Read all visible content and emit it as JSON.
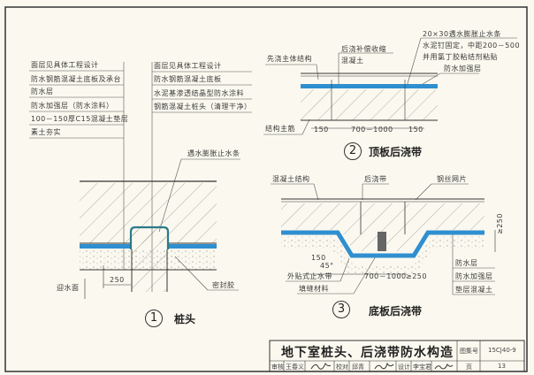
{
  "detail1": {
    "left_labels": [
      "面层见具体工程设计",
      "防水钢筋混凝土底板及承台",
      "防水层",
      "防水加强层（防水涂料）",
      "100－150厚C15混凝土垫层",
      "素土夯实"
    ],
    "right_labels": [
      "面层见具体工程设计",
      "防水钢筋混凝土底板",
      "水泥基渗透结晶型防水涂料",
      "钢筋混凝土桩头（清理干净）"
    ],
    "waterstop": "遇水膨胀止水条",
    "dim": "250",
    "water_side": "迎水面",
    "sealant": "密封胶",
    "number": "1",
    "caption": "桩头"
  },
  "detail2": {
    "first_pour": "先浇主体结构",
    "post_pour_1": "后浇补偿收缩",
    "post_pour_2": "混凝土",
    "note_1": "20×30遇水膨胀止水条",
    "note_2": "水泥钉固定，中距200－500",
    "note_3": "并用氯丁胶粘结剂粘贴",
    "reinforce": "防水加强层",
    "main_rebar": "结构主筋",
    "dims": [
      "150",
      "700－1000",
      "150"
    ],
    "number": "2",
    "caption": "顶板后浇带"
  },
  "detail3": {
    "structure": "混凝土结构",
    "post_band": "后浇带",
    "mesh": "钢丝网片",
    "dim_150": "150",
    "angle": "45°",
    "ext_waterstop": "外贴式止水带",
    "filler": "填缝材料",
    "dim_width": "700－1000",
    "dim_min": "≥250",
    "dim_depth": "≥250",
    "right_labels": [
      "防水层",
      "防水加强层",
      "垫层混凝土"
    ],
    "number": "3",
    "caption": "底板后浇带"
  },
  "title_block": {
    "title": "地下室桩头、后浇带防水构造",
    "atlas_label": "图集号",
    "atlas_no": "15CJ40-9",
    "page_label": "页",
    "page_no": "13",
    "review_label": "审核",
    "reviewer": "王春义",
    "check_label": "校对",
    "checker": "邱青",
    "design_label": "设计",
    "designer": "李宝君"
  },
  "colors": {
    "water": "#2f8fd0",
    "line": "#333333",
    "paper": "#fbf9ef"
  }
}
